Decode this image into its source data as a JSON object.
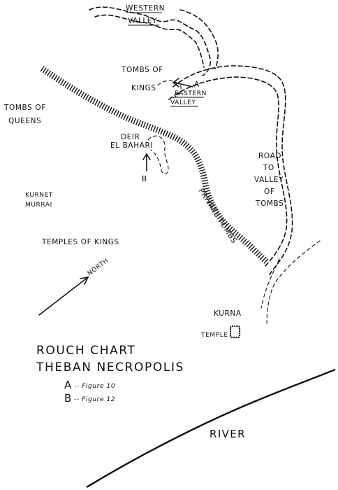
{
  "labels": {
    "western_valley_line1": "WESTERN",
    "western_valley_line2": "VALLEY",
    "tombs_of_kings_line1": "TOMBS OF",
    "tombs_of_kings_line2": "KINGS",
    "marker_a": "A",
    "eastern_valley_line1": "EASTERN",
    "eastern_valley_line2": "VALLEY",
    "tombs_of_queens_line1": "TOMBS OF",
    "tombs_of_queens_line2": "QUEENS",
    "deir_el_bahari_line1": "DEIR",
    "deir_el_bahari_line2": "EL BAHARI",
    "marker_b": "B",
    "road_line1": "ROAD",
    "road_line2": "TO",
    "road_line3": "VALLEY",
    "road_line4": "OF",
    "road_line5": "TOMBS",
    "kurnet_murrai_line1": "KURNET",
    "kurnet_murrai_line2": "MURRAI",
    "private_tombs": "PRIVATE TOMBS",
    "temples_of_kings": "TEMPLES OF KINGS",
    "north": "NORTH",
    "kurna": "KURNA",
    "temple": "TEMPLE",
    "river": "RIVER"
  },
  "title": {
    "line1": "ROUCH CHART",
    "line2": "THEBAN NECROPOLIS"
  },
  "legend": [
    {
      "key": "A",
      "text": "-- Figure 10"
    },
    {
      "key": "B",
      "text": "-- Figure 12"
    }
  ],
  "colors": {
    "ink": "#111111",
    "paper": "#ffffff"
  }
}
